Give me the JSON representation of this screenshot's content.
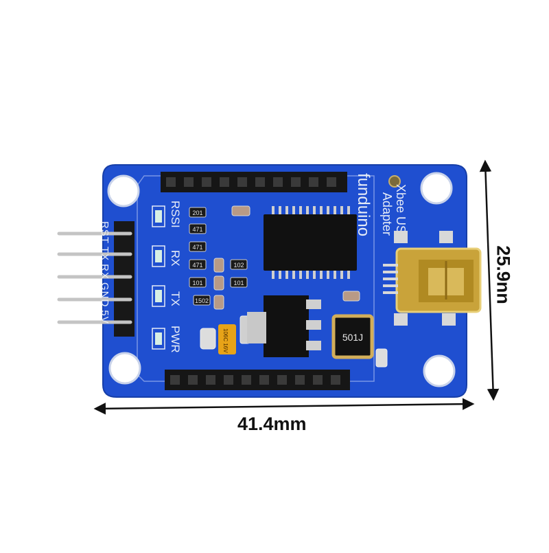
{
  "dimensions": {
    "width": "41.4mm",
    "height": "25.9nn"
  },
  "board": {
    "color": "#1f4fd0",
    "silkscreen_color": "#e6ecf7",
    "header_pins": [
      "RST",
      "TX",
      "RX",
      "GND",
      "5V"
    ],
    "led_labels": [
      "RSSI",
      "RX",
      "TX",
      "PWR"
    ],
    "brand_text": "funduino",
    "product_text": [
      "Xbee USB",
      "Adapter"
    ],
    "resistor_codes": [
      "201",
      "471",
      "471",
      "471",
      "101",
      "1502",
      "102",
      "101"
    ],
    "fuse_code": "501J",
    "capacitor_code": "106C 16V"
  },
  "icons": [
    "mini-usb-connector",
    "ic-chip",
    "voltage-regulator"
  ]
}
